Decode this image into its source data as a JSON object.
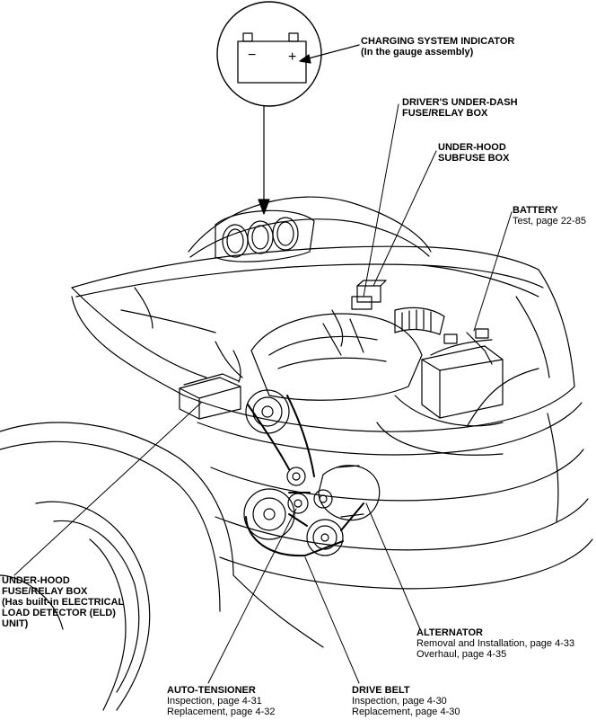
{
  "labels": {
    "charging": {
      "title_lines": [
        "CHARGING SYSTEM INDICATOR",
        "(In the gauge assembly)"
      ]
    },
    "drivers_fuse": {
      "title_lines": [
        "DRIVER'S UNDER-DASH",
        "FUSE/RELAY BOX"
      ]
    },
    "subfuse": {
      "title_lines": [
        "UNDER-HOOD",
        "SUBFUSE BOX"
      ]
    },
    "battery": {
      "title": "BATTERY",
      "refs": [
        "Test, page 22-85"
      ]
    },
    "underhood_fuse": {
      "title_lines": [
        "UNDER-HOOD",
        "FUSE/RELAY BOX",
        "(Has built-in ELECTRICAL",
        "LOAD DETECTOR (ELD)",
        "UNIT)"
      ]
    },
    "alternator": {
      "title": "ALTERNATOR",
      "refs": [
        "Removal and Installation, page 4-33",
        "Overhaul, page 4-35"
      ]
    },
    "auto_tensioner": {
      "title": "AUTO-TENSIONER",
      "refs": [
        "Inspection, page 4-31",
        "Replacement, page 4-32"
      ]
    },
    "drive_belt": {
      "title": "DRIVE BELT",
      "refs": [
        "Inspection, page 4-30",
        "Replacement, page 4-30"
      ]
    }
  },
  "indicator_symbols": {
    "minus": "−",
    "plus": "+"
  }
}
